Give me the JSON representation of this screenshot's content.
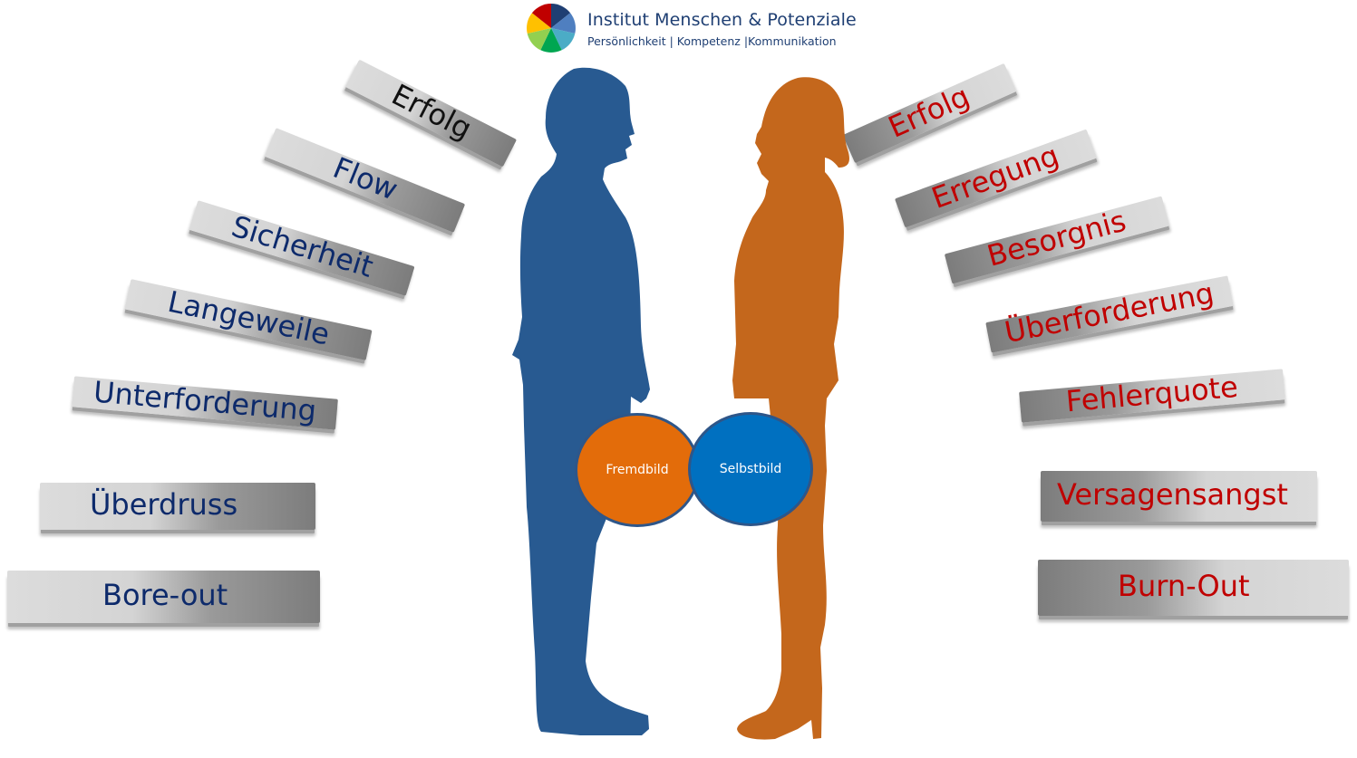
{
  "logo": {
    "title": "Institut Menschen & Potenziale",
    "subtitle": "Persönlichkeit | Kompetenz |Kommunikation",
    "pie_colors": [
      "#1f3f73",
      "#4f7fc0",
      "#4bacc6",
      "#00a651",
      "#92d050",
      "#ffc000",
      "#c00000"
    ]
  },
  "left_stairs": {
    "color": "#0d2a6b",
    "steps": [
      "Erfolg",
      "Flow",
      "Sicherheit",
      "Langeweile",
      "Unterforderung",
      "Überdruss",
      "Bore-out"
    ]
  },
  "right_stairs": {
    "color": "#c00000",
    "steps": [
      "Erfolg",
      "Erregung",
      "Besorgnis",
      "Überforderung",
      "Fehlerquote",
      "Versagensangst",
      "Burn-Out"
    ]
  },
  "figures": {
    "man_color": "#285a91",
    "woman_color": "#c4671c"
  },
  "circles": {
    "left": {
      "label": "Fremdbild",
      "color": "#e36c0a"
    },
    "right": {
      "label": "Selbstbild",
      "color": "#0070c0"
    }
  }
}
